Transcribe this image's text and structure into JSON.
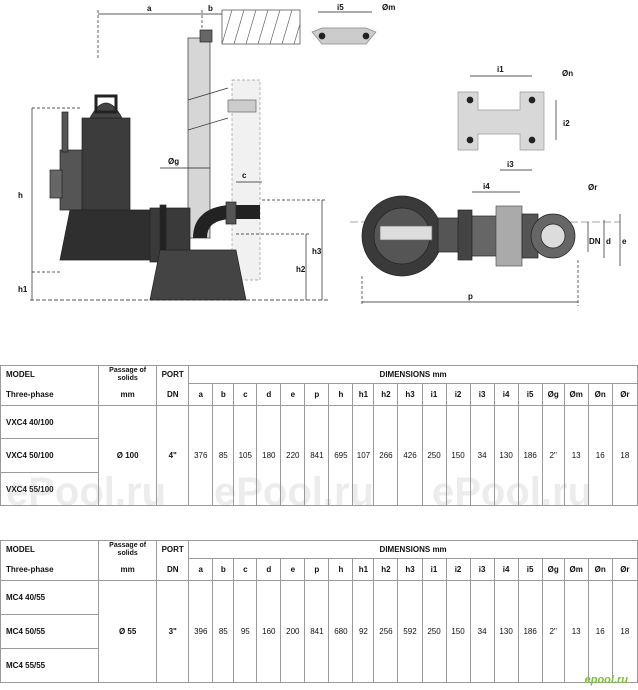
{
  "drawing": {
    "side_labels": {
      "a": "a",
      "b": "b",
      "c": "c",
      "h": "h",
      "h1": "h1",
      "h2": "h2",
      "h3": "h3",
      "g": "Øg"
    },
    "plan_labels": {
      "i1": "i1",
      "i2": "i2",
      "i3": "i3",
      "i4": "i4",
      "i5": "i5",
      "m": "Øm",
      "n": "Øn",
      "r": "Ør",
      "p": "p",
      "d": "d",
      "e": "e",
      "dn": "DN"
    }
  },
  "tables": [
    {
      "header": {
        "model": "MODEL",
        "three_phase": "Three-phase",
        "passage": "Passage of solids",
        "passage_unit": "mm",
        "port": "PORT",
        "port_unit": "DN",
        "dimensions": "DIMENSIONS mm",
        "columns": [
          "a",
          "b",
          "c",
          "d",
          "e",
          "p",
          "h",
          "h1",
          "h2",
          "h3",
          "i1",
          "i2",
          "i3",
          "i4",
          "i5",
          "Øg",
          "Øm",
          "Øn",
          "Ør"
        ]
      },
      "models": [
        "VXC4 40/100",
        "VXC4 50/100",
        "VXC4 55/100"
      ],
      "passage": "Ø 100",
      "port": "4\"",
      "values": [
        "376",
        "85",
        "105",
        "180",
        "220",
        "841",
        "695",
        "107",
        "266",
        "426",
        "250",
        "150",
        "34",
        "130",
        "186",
        "2\"",
        "13",
        "16",
        "18"
      ]
    },
    {
      "header": {
        "model": "MODEL",
        "three_phase": "Three-phase",
        "passage": "Passage of solids",
        "passage_unit": "mm",
        "port": "PORT",
        "port_unit": "DN",
        "dimensions": "DIMENSIONS mm",
        "columns": [
          "a",
          "b",
          "c",
          "d",
          "e",
          "p",
          "h",
          "h1",
          "h2",
          "h3",
          "i1",
          "i2",
          "i3",
          "i4",
          "i5",
          "Øg",
          "Øm",
          "Øn",
          "Ør"
        ]
      },
      "models": [
        "MC4 40/55",
        "MC4 50/55",
        "MC4 55/55"
      ],
      "passage": "Ø 55",
      "port": "3\"",
      "values": [
        "396",
        "85",
        "95",
        "160",
        "200",
        "841",
        "680",
        "92",
        "256",
        "592",
        "250",
        "150",
        "34",
        "130",
        "186",
        "2\"",
        "13",
        "16",
        "18"
      ]
    }
  ],
  "watermark": {
    "text": "ePool.ru"
  },
  "corner_logo": "epool.ru"
}
